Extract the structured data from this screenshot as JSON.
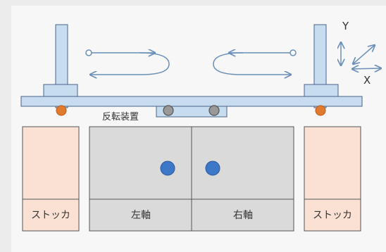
{
  "diagram": {
    "reversing_device_label": "反転装置",
    "left_stocker_label": "ストッカ",
    "left_axis_label": "左軸",
    "right_axis_label": "右軸",
    "right_stocker_label": "ストッカ",
    "axis_y_label": "Y",
    "axis_x_label": "X"
  },
  "colors": {
    "frame_fill": "#c8dcf0",
    "frame_stroke": "#4a6488",
    "stocker_fill": "#fbe1d3",
    "center_fill": "#dadada",
    "box_stroke": "#555555",
    "orange_joint": "#e07a2e",
    "blue_dot": "#3d78c8",
    "arrow_color": "#6a8fb8"
  }
}
